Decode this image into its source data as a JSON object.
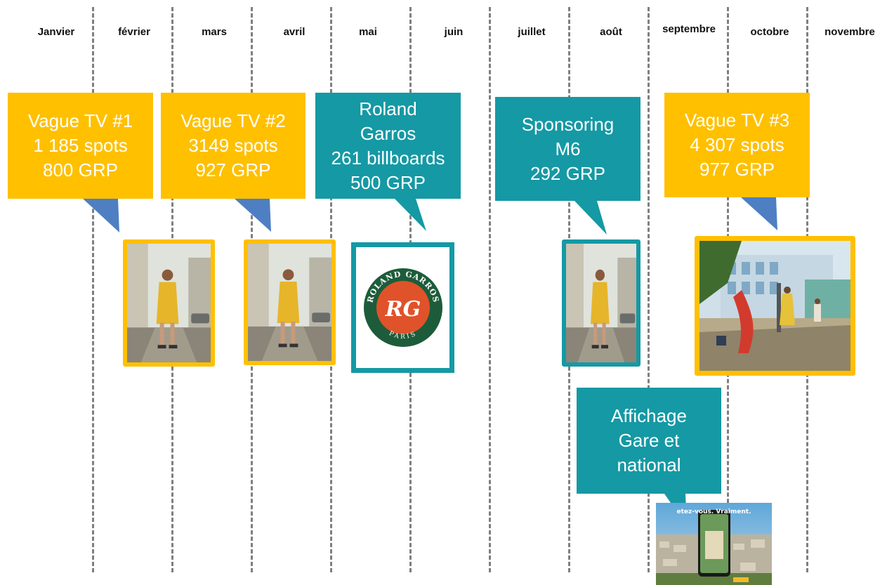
{
  "months": [
    "Janvier",
    "février",
    "mars",
    "avril",
    "mai",
    "juin",
    "juillet",
    "août",
    "septembre",
    "octobre",
    "novembre"
  ],
  "callouts": {
    "tv1": [
      "Vague TV #1",
      "1 185 spots",
      "800 GRP"
    ],
    "tv2": [
      "Vague TV #2",
      "3149 spots",
      "927 GRP"
    ],
    "rg": [
      "Roland",
      "Garros",
      "261 billboards",
      "500 GRP"
    ],
    "m6": [
      "Sponsoring",
      "M6",
      "292 GRP"
    ],
    "tv3": [
      "Vague TV #3",
      "4 307 spots",
      "977 GRP"
    ],
    "affichage": [
      "Affichage",
      "Gare et",
      "national"
    ]
  },
  "logo": {
    "top_text": "ROLAND GARROS",
    "bottom_text": "PARIS",
    "monogram": "RG"
  },
  "poster": {
    "headline": "etez-vous. Vraiment."
  },
  "colors": {
    "yellow": "#ffc000",
    "teal": "#1599a4",
    "pointer_blue": "#4e7fc2",
    "logo_green": "#1d5c3a",
    "logo_orange": "#e0522a"
  }
}
